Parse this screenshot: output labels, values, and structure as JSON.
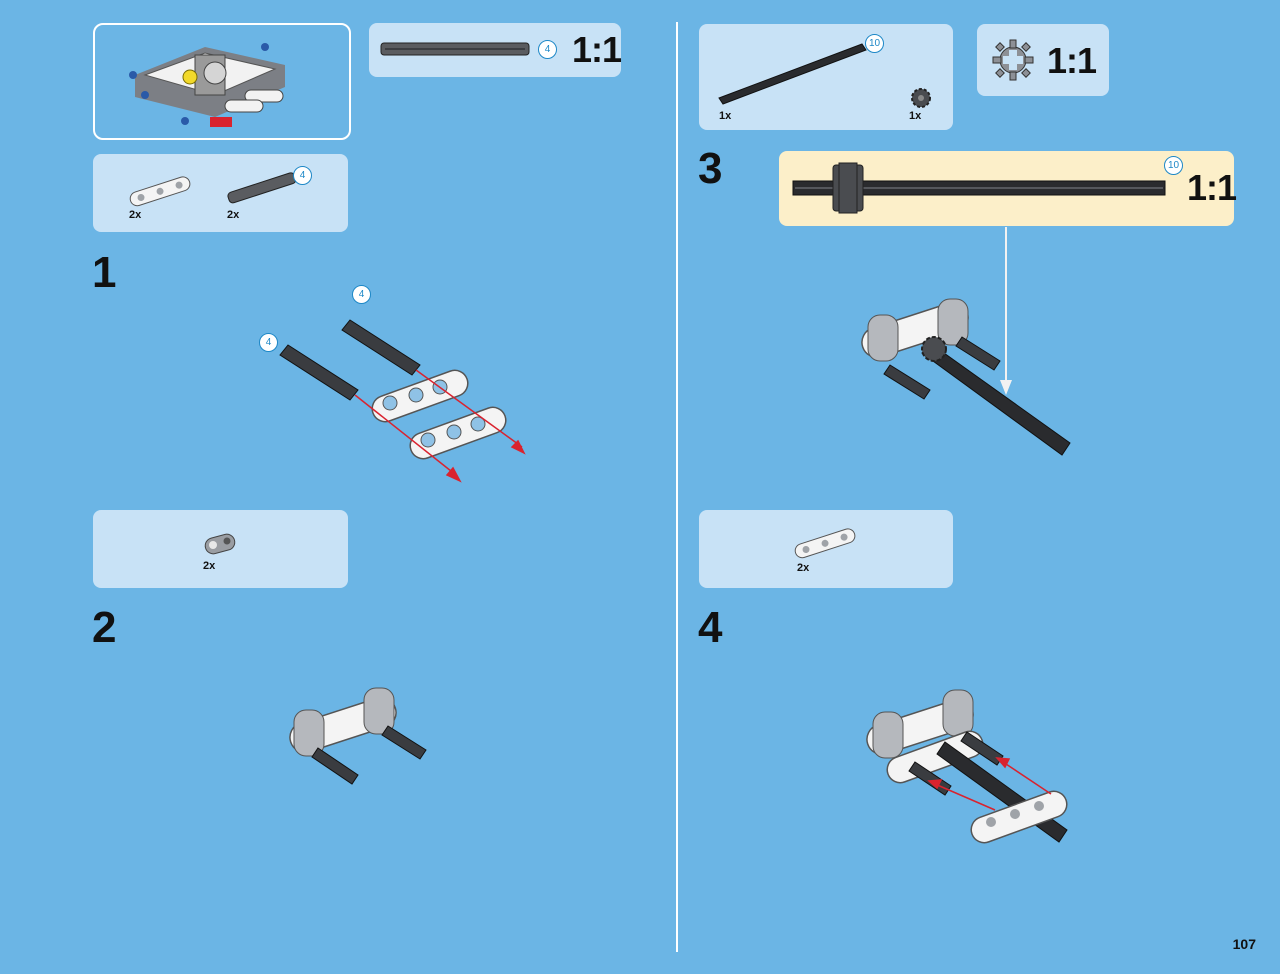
{
  "page_number": "107",
  "scale_label": "1:1",
  "steps": [
    {
      "number": "1",
      "parts": [
        {
          "qty": "2x",
          "part": "beam-3-white-icon"
        },
        {
          "qty": "2x",
          "part": "axle-4-dark-grey-icon",
          "length": "4"
        }
      ]
    },
    {
      "number": "2",
      "parts": [
        {
          "qty": "2x",
          "part": "axle-pin-connector-grey-icon"
        }
      ]
    },
    {
      "number": "3",
      "parts": [
        {
          "qty": "1x",
          "part": "axle-10-black-icon",
          "length": "10"
        },
        {
          "qty": "1x",
          "part": "gear-8-tooth-icon"
        }
      ]
    },
    {
      "number": "4",
      "parts": [
        {
          "qty": "2x",
          "part": "beam-3-white-icon"
        }
      ]
    }
  ],
  "step1_callouts": [
    "4",
    "4"
  ],
  "scale_axle4_length": "4",
  "scale_axle10_length": "10",
  "colors": {
    "background": "#6bb5e5",
    "panel": "#c8e2f6",
    "highlight": "#fcefc9",
    "arrow_red": "#d9232f",
    "length_blue": "#1e88c7"
  }
}
